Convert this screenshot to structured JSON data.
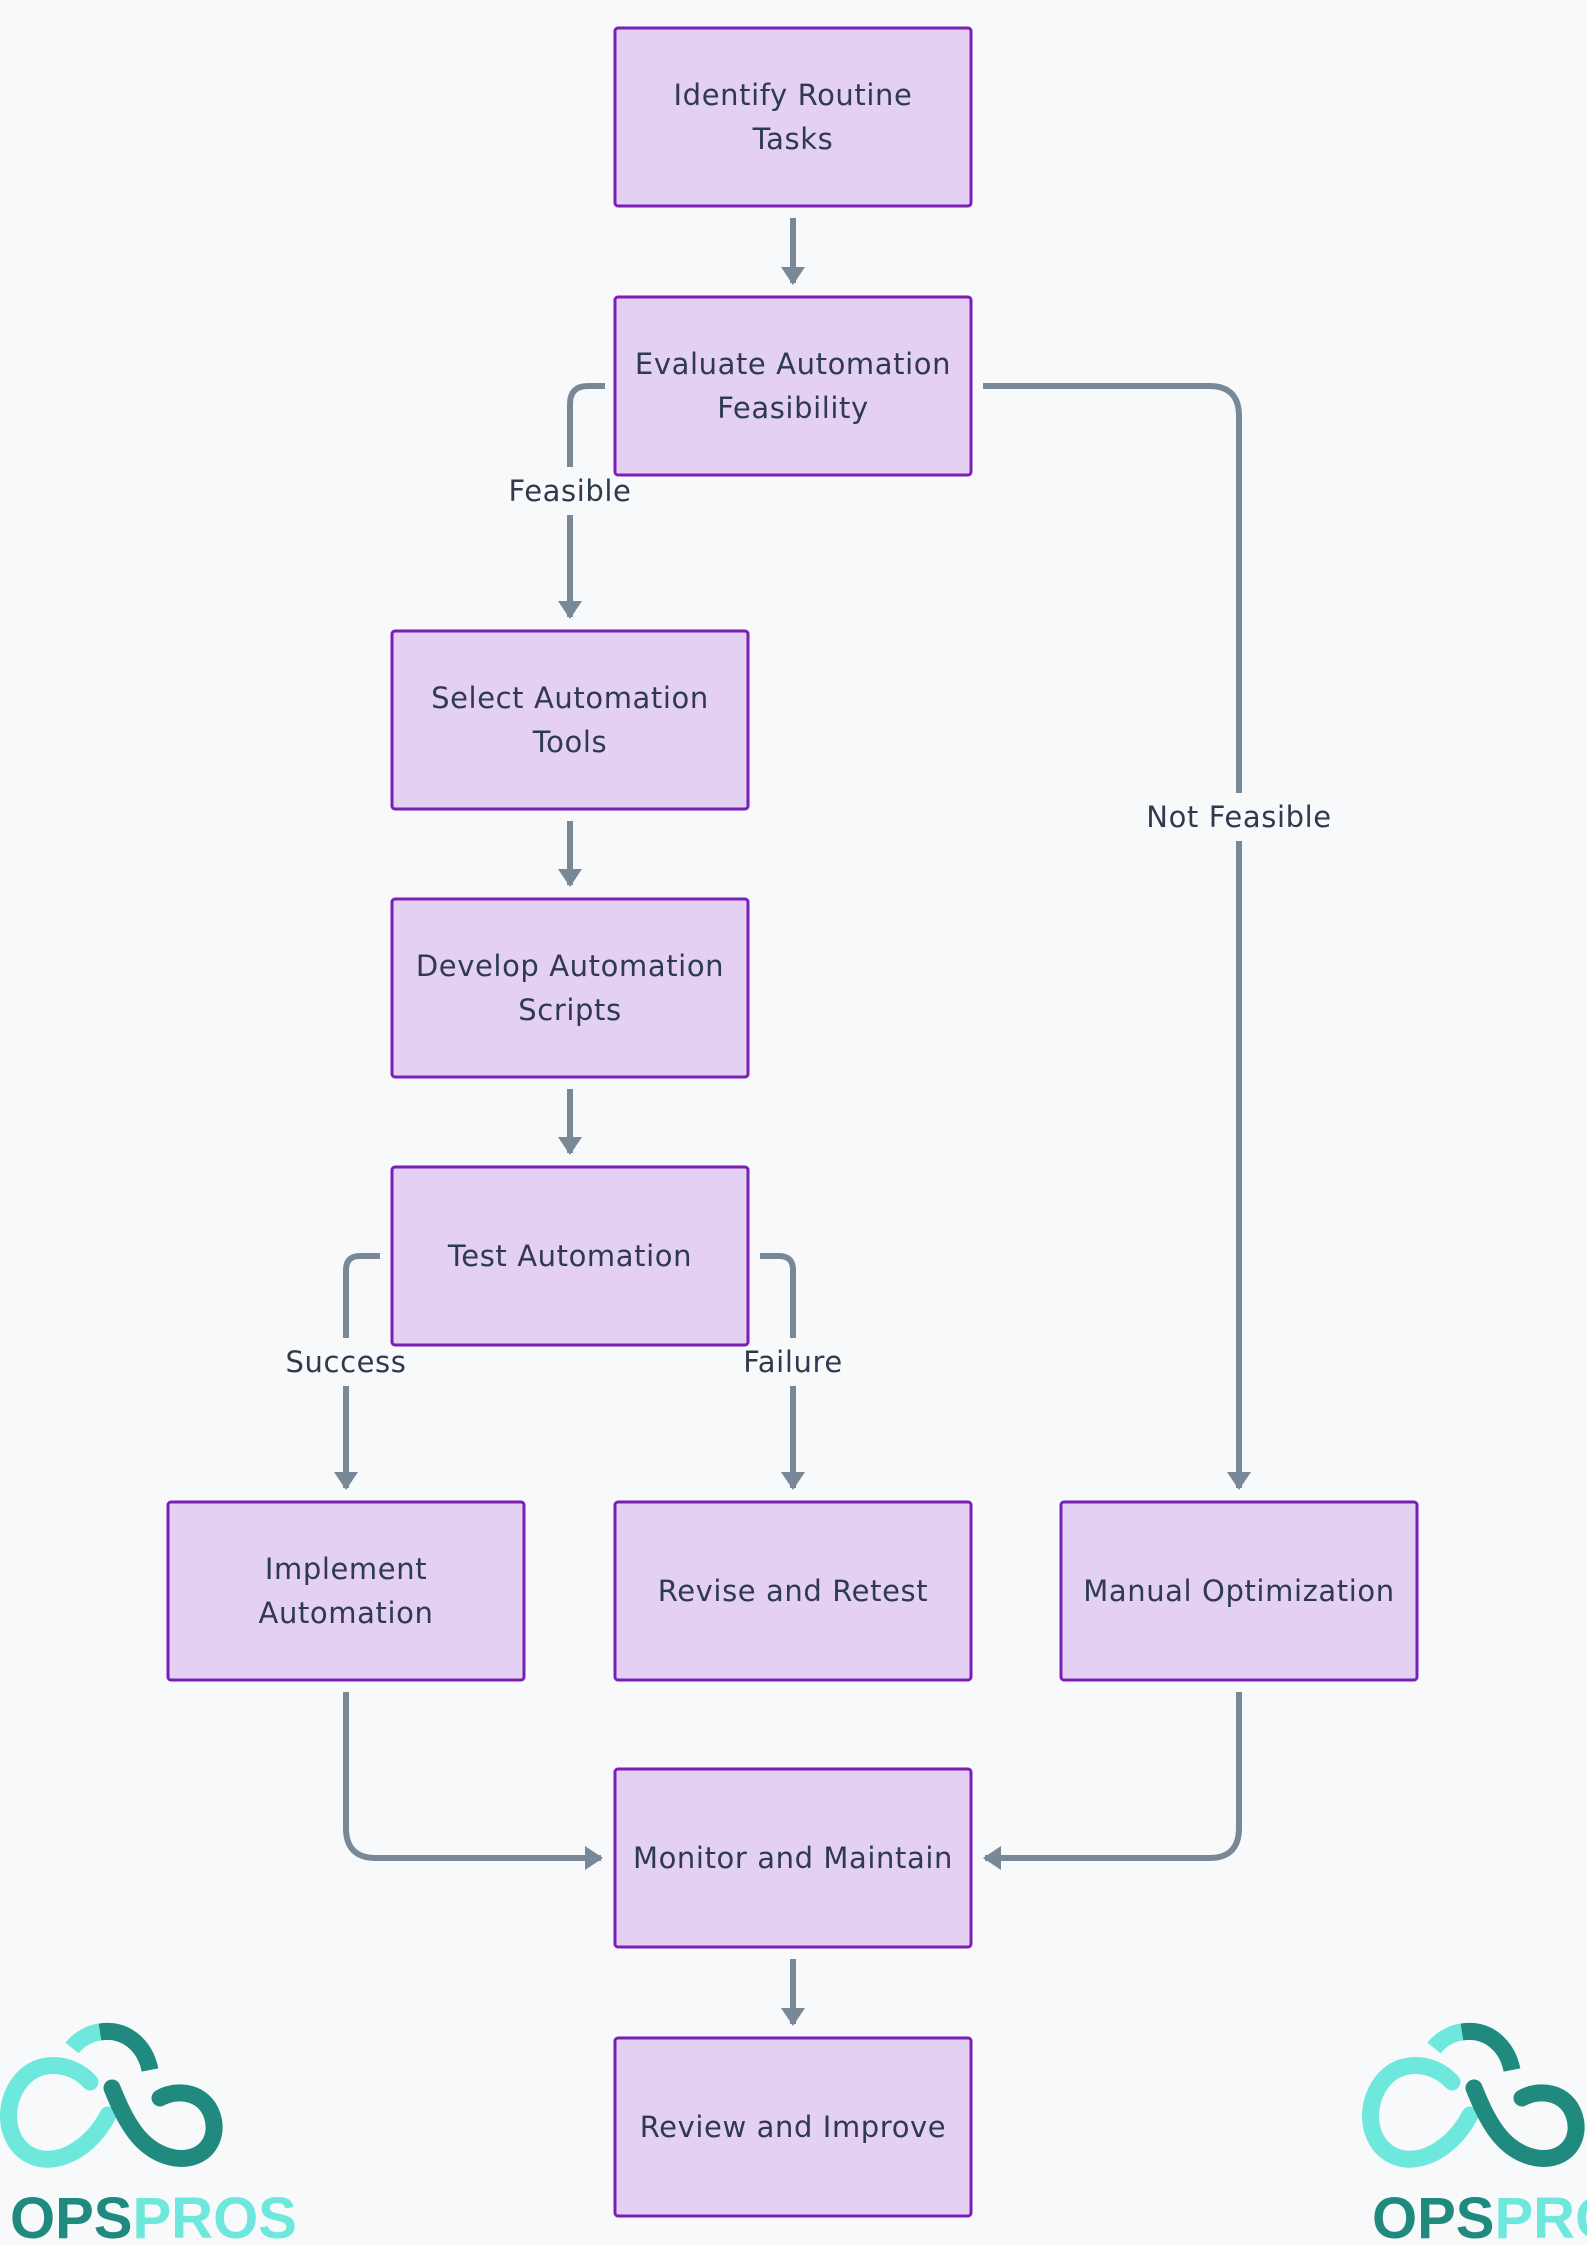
{
  "nodes": [
    {
      "id": "identify",
      "lines": [
        "Identify Routine",
        "Tasks"
      ]
    },
    {
      "id": "evaluate",
      "lines": [
        "Evaluate Automation",
        "Feasibility"
      ]
    },
    {
      "id": "select",
      "lines": [
        "Select Automation",
        "Tools"
      ]
    },
    {
      "id": "develop",
      "lines": [
        "Develop Automation",
        "Scripts"
      ]
    },
    {
      "id": "test",
      "lines": [
        "Test Automation"
      ]
    },
    {
      "id": "implement",
      "lines": [
        "Implement",
        "Automation"
      ]
    },
    {
      "id": "revise",
      "lines": [
        "Revise and Retest"
      ]
    },
    {
      "id": "manual",
      "lines": [
        "Manual Optimization"
      ]
    },
    {
      "id": "monitor",
      "lines": [
        "Monitor and Maintain"
      ]
    },
    {
      "id": "review",
      "lines": [
        "Review and Improve"
      ]
    }
  ],
  "edges": [
    {
      "from": "identify",
      "to": "evaluate",
      "label": ""
    },
    {
      "from": "evaluate",
      "to": "select",
      "label": "Feasible"
    },
    {
      "from": "evaluate",
      "to": "manual",
      "label": "Not Feasible"
    },
    {
      "from": "select",
      "to": "develop",
      "label": ""
    },
    {
      "from": "develop",
      "to": "test",
      "label": ""
    },
    {
      "from": "test",
      "to": "implement",
      "label": "Success"
    },
    {
      "from": "test",
      "to": "revise",
      "label": "Failure"
    },
    {
      "from": "implement",
      "to": "monitor",
      "label": ""
    },
    {
      "from": "manual",
      "to": "monitor",
      "label": ""
    },
    {
      "from": "monitor",
      "to": "review",
      "label": ""
    }
  ],
  "colors": {
    "node_fill": "#e3d0f3",
    "node_border": "#7a1fb5",
    "edge": "#788896",
    "text": "#2f3b4d",
    "background": "#f8f9fb",
    "logo_dark": "#1f8a7d",
    "logo_light": "#6ee8dd"
  },
  "logos": [
    {
      "id": "left",
      "text_dark": "OPS",
      "text_light": "PROS"
    },
    {
      "id": "right",
      "text_dark": "OPS",
      "text_light": "PROS"
    }
  ]
}
